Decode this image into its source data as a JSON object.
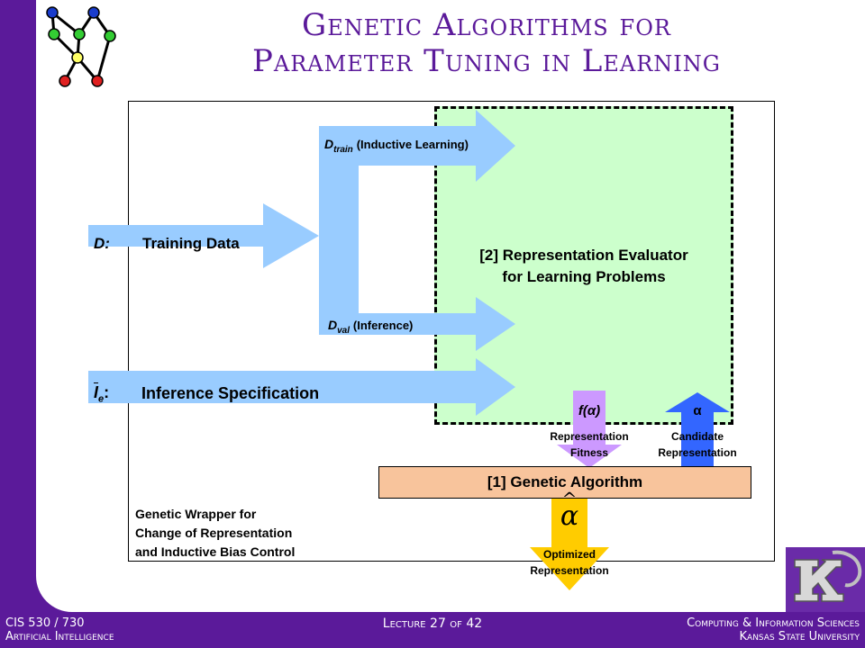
{
  "slide": {
    "title_line1": "Genetic Algorithms for",
    "title_line2": "Parameter Tuning in Learning"
  },
  "diagram": {
    "training_data_symbol": "D:",
    "training_data_label": "Training Data",
    "dtrain_symbol": "D",
    "dtrain_sub": "train",
    "dtrain_label": "(Inductive Learning)",
    "dval_symbol": "D",
    "dval_sub": "val",
    "dval_label": "(Inference)",
    "inference_symbol": "I",
    "inference_sub": "e",
    "inference_label": "Inference Specification",
    "evaluator_line1": "[2] Representation Evaluator",
    "evaluator_line2": "for Learning Problems",
    "fitness_symbol": "f(α)",
    "fitness_label_line1": "Representation",
    "fitness_label_line2": "Fitness",
    "candidate_symbol": "α",
    "candidate_label_line1": "Candidate",
    "candidate_label_line2": "Representation",
    "ga_label": "[1] Genetic Algorithm",
    "wrapper_line1": "Genetic Wrapper for",
    "wrapper_line2": "Change of Representation",
    "wrapper_line3": "and Inductive Bias Control",
    "optimized_symbol": "α",
    "optimized_label_line1": "Optimized",
    "optimized_label_line2": "Representation"
  },
  "footer": {
    "course_line1": "CIS 530 / 730",
    "course_line2": "Artificial Intelligence",
    "lecture": "Lecture 27 of 42",
    "dept_line1": "Computing & Information Sciences",
    "dept_line2": "Kansas State University"
  },
  "colors": {
    "purple": "#5b1a9a",
    "light_blue_arrow": "#99ccff",
    "evaluator_fill": "#ccffcc",
    "ga_fill": "#f8c49c",
    "fitness_arrow": "#cc99ff",
    "candidate_arrow": "#3366ff",
    "optimized_arrow": "#ffcc00"
  }
}
